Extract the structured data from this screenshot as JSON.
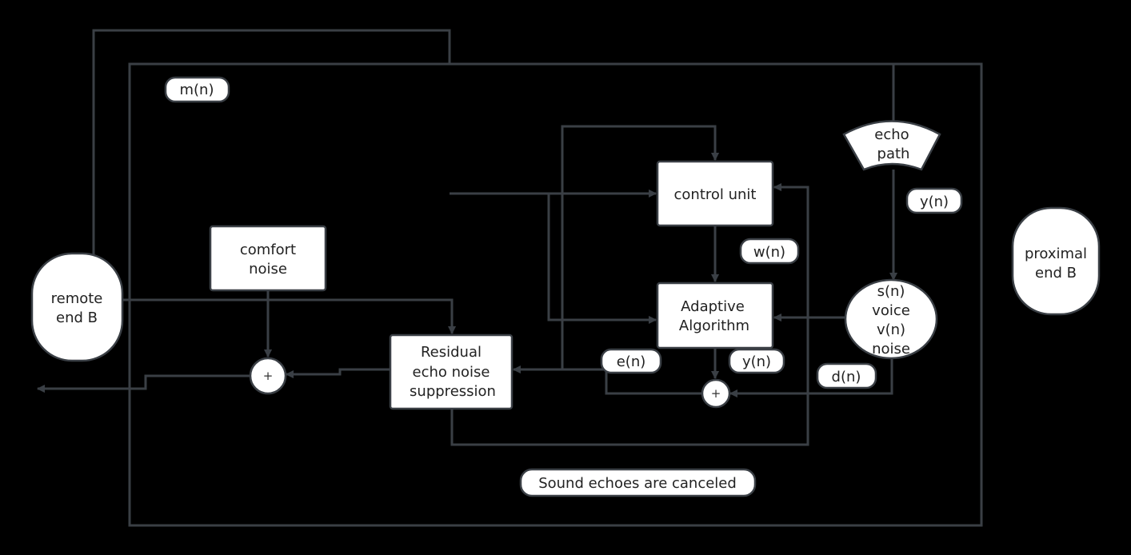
{
  "nodes": {
    "remote_end": [
      "remote",
      "end B"
    ],
    "proximal_end": [
      "proximal",
      "end B"
    ],
    "comfort_noise": [
      "comfort",
      "noise"
    ],
    "residual": [
      "Residual",
      "echo  noise",
      "suppression"
    ],
    "control_unit": "control unit",
    "adaptive": [
      "Adaptive",
      "Algorithm"
    ],
    "echo_path": [
      "echo",
      "path"
    ],
    "source": [
      "s(n)",
      "voice",
      "v(n)",
      "noise"
    ],
    "sum_symbol": "+"
  },
  "labels": {
    "m": "m(n)",
    "y_top": "y(n)",
    "w": "w(n)",
    "e": "e(n)",
    "y_bottom": "y(n)",
    "d": "d(n)",
    "caption": "Sound echoes are canceled"
  },
  "colors": {
    "background": "#000000",
    "line": "#3a3f45",
    "node_fill": "#ffffff"
  }
}
